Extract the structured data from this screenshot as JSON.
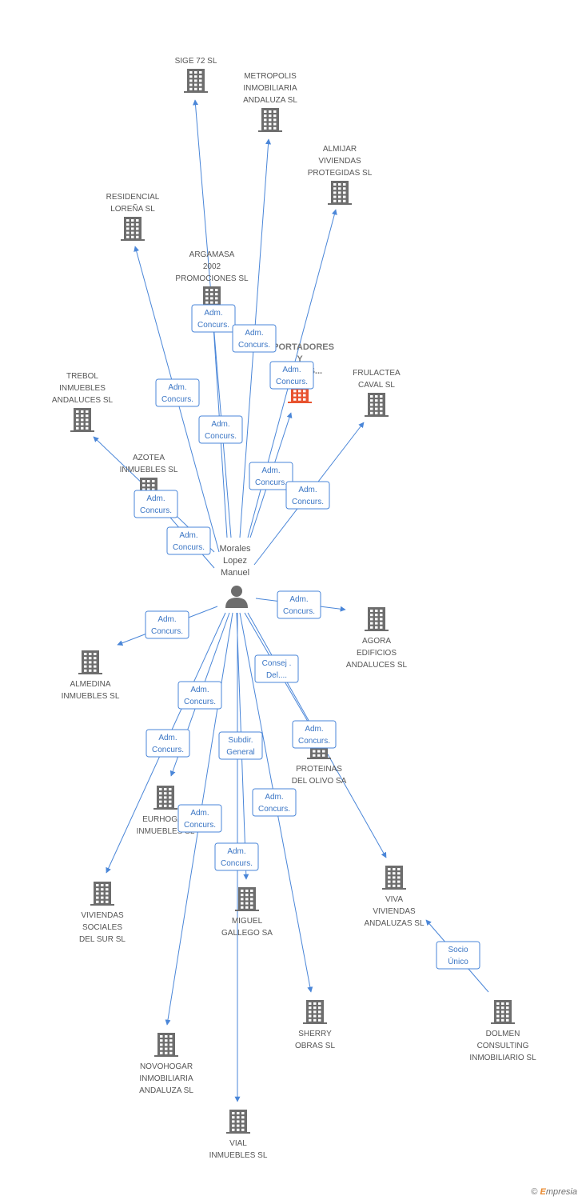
{
  "center": {
    "label_lines": [
      "Morales",
      "Lopez",
      "Manuel"
    ],
    "icon": "person-icon"
  },
  "nodes": [
    {
      "id": "sige72",
      "lines": [
        "SIGE 72 SL"
      ],
      "icon": "building-icon"
    },
    {
      "id": "metropolis",
      "lines": [
        "METROPOLIS",
        "INMOBILIARIA",
        "ANDALUZA SL"
      ],
      "icon": "building-icon"
    },
    {
      "id": "almijar",
      "lines": [
        "ALMIJAR",
        "VIVIENDAS",
        "PROTEGIDAS  SL"
      ],
      "icon": "building-icon"
    },
    {
      "id": "residencial",
      "lines": [
        "RESIDENCIAL",
        "LOREÑA SL"
      ],
      "icon": "building-icon"
    },
    {
      "id": "argamasa",
      "lines": [
        "ARGAMASA",
        "2002",
        "PROMOCIONES SL"
      ],
      "icon": "building-icon"
    },
    {
      "id": "importadores",
      "lines": [
        "...PORTADORES",
        "Y",
        "FR...POS..."
      ],
      "icon": "building-icon",
      "highlight": true
    },
    {
      "id": "frulactea",
      "lines": [
        "FRULACTEA",
        "CAVAL SL"
      ],
      "icon": "building-icon"
    },
    {
      "id": "trebol",
      "lines": [
        "TREBOL",
        "INMUEBLES",
        "ANDALUCES SL"
      ],
      "icon": "building-icon"
    },
    {
      "id": "azotea",
      "lines": [
        "AZOTEA",
        "INMUEBLES SL"
      ],
      "icon": "building-icon"
    },
    {
      "id": "agora",
      "lines": [
        "AGORA",
        "EDIFICIOS",
        "ANDALUCES SL"
      ],
      "icon": "building-icon"
    },
    {
      "id": "almedina",
      "lines": [
        "ALMEDINA",
        "INMUEBLES SL"
      ],
      "icon": "building-icon"
    },
    {
      "id": "proteinas",
      "lines": [
        "PROTEINAS",
        "DEL OLIVO SA"
      ],
      "icon": "building-icon"
    },
    {
      "id": "eurhogar",
      "lines": [
        "EURHOGAR",
        "INMUEBLES SL"
      ],
      "icon": "building-icon"
    },
    {
      "id": "viviendas_sur",
      "lines": [
        "VIVIENDAS",
        "SOCIALES",
        "DEL SUR SL"
      ],
      "icon": "building-icon"
    },
    {
      "id": "miguel",
      "lines": [
        "MIGUEL",
        "GALLEGO SA"
      ],
      "icon": "building-icon"
    },
    {
      "id": "viva",
      "lines": [
        "VIVA",
        "VIVIENDAS",
        "ANDALUZAS SL"
      ],
      "icon": "building-icon"
    },
    {
      "id": "sherry",
      "lines": [
        "SHERRY",
        "OBRAS SL"
      ],
      "icon": "building-icon"
    },
    {
      "id": "dolmen",
      "lines": [
        "DOLMEN",
        "CONSULTING",
        "INMOBILIARIO SL"
      ],
      "icon": "building-icon"
    },
    {
      "id": "novohogar",
      "lines": [
        "NOVOHOGAR",
        "INMOBILIARIA",
        "ANDALUZA SL"
      ],
      "icon": "building-icon"
    },
    {
      "id": "vial",
      "lines": [
        "VIAL",
        "INMUEBLES SL"
      ],
      "icon": "building-icon"
    }
  ],
  "edges": [
    {
      "from": "center",
      "to": "sige72",
      "label_lines": [
        "Adm.",
        "Concurs."
      ]
    },
    {
      "from": "center",
      "to": "metropolis",
      "label_lines": [
        "Adm.",
        "Concurs."
      ]
    },
    {
      "from": "center",
      "to": "almijar",
      "label_lines": [
        "Adm.",
        "Concurs."
      ]
    },
    {
      "from": "center",
      "to": "residencial",
      "label_lines": [
        "Adm.",
        "Concurs."
      ]
    },
    {
      "from": "center",
      "to": "argamasa",
      "label_lines": [
        "Adm.",
        "Concurs."
      ]
    },
    {
      "from": "center",
      "to": "importadores",
      "label_lines": [
        "Adm.",
        "Concurs."
      ]
    },
    {
      "from": "center",
      "to": "frulactea",
      "label_lines": [
        "Adm.",
        "Concurs."
      ]
    },
    {
      "from": "center",
      "to": "trebol",
      "label_lines": [
        "Adm.",
        "Concurs."
      ]
    },
    {
      "from": "center",
      "to": "azotea",
      "label_lines": [
        "Adm.",
        "Concurs."
      ]
    },
    {
      "from": "center",
      "to": "agora",
      "label_lines": [
        "Adm.",
        "Concurs."
      ]
    },
    {
      "from": "center",
      "to": "almedina",
      "label_lines": [
        "Adm.",
        "Concurs."
      ]
    },
    {
      "from": "center",
      "to": "proteinas",
      "label_lines": [
        "Consej .",
        "Del...."
      ]
    },
    {
      "from": "center",
      "to": "eurhogar",
      "label_lines": [
        "Adm.",
        "Concurs."
      ]
    },
    {
      "from": "center",
      "to": "viviendas_sur",
      "label_lines": [
        "Adm.",
        "Concurs."
      ]
    },
    {
      "from": "center",
      "to": "miguel",
      "label_lines": [
        "Subdir.",
        "General"
      ]
    },
    {
      "from": "center",
      "to": "viva",
      "label_lines": [
        "Adm.",
        "Concurs."
      ]
    },
    {
      "from": "center",
      "to": "sherry",
      "label_lines": [
        "Adm.",
        "Concurs."
      ]
    },
    {
      "from": "center",
      "to": "novohogar",
      "label_lines": [
        "Adm.",
        "Concurs."
      ]
    },
    {
      "from": "center",
      "to": "vial",
      "label_lines": [
        "Adm.",
        "Concurs."
      ]
    },
    {
      "from": "dolmen",
      "to": "viva",
      "label_lines": [
        "Socio",
        "Único"
      ]
    }
  ],
  "colors": {
    "edge": "#4a86d8",
    "icon": "#6d6d6d",
    "highlight": "#e8532f"
  },
  "footer": {
    "copyright": "©",
    "brand_initial": "E",
    "brand_rest": "mpresia"
  }
}
